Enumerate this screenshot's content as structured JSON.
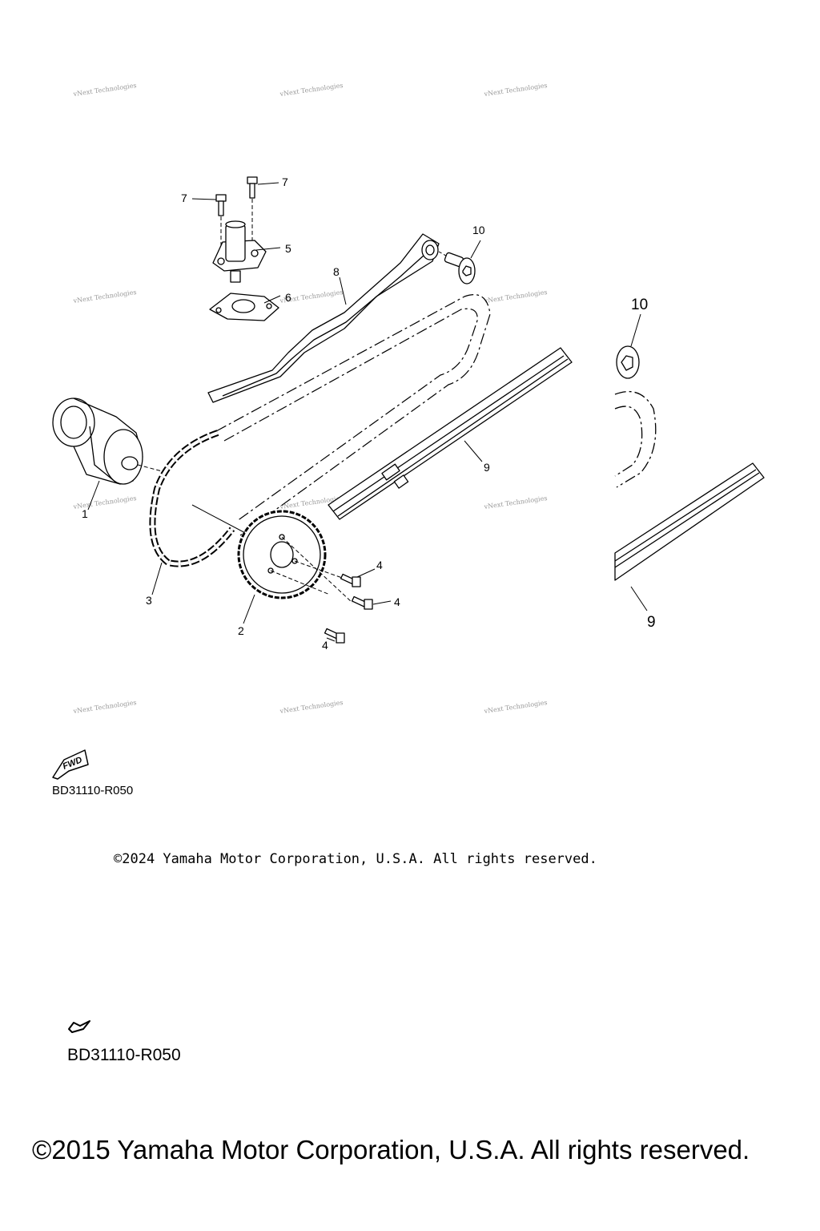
{
  "diagram": {
    "callouts": {
      "c1": "1",
      "c2": "2",
      "c3": "3",
      "c4a": "4",
      "c4b": "4",
      "c4c": "4",
      "c5": "5",
      "c6": "6",
      "c7a": "7",
      "c7b": "7",
      "c8": "8",
      "c9": "9",
      "c10": "10",
      "c10_zoom": "10",
      "c9_zoom": "9"
    },
    "watermark": "vNext Technologies",
    "fwd_label": "FWD"
  },
  "footer": {
    "diagram_code": "BD31110-R050",
    "copyright": "©2024 Yamaha Motor Corporation, U.S.A. All rights reserved.",
    "diagram_code_2": "BD31110-R050",
    "copyright_2": "©2015 Yamaha Motor Corporation, U.S.A. All rights reserved."
  }
}
